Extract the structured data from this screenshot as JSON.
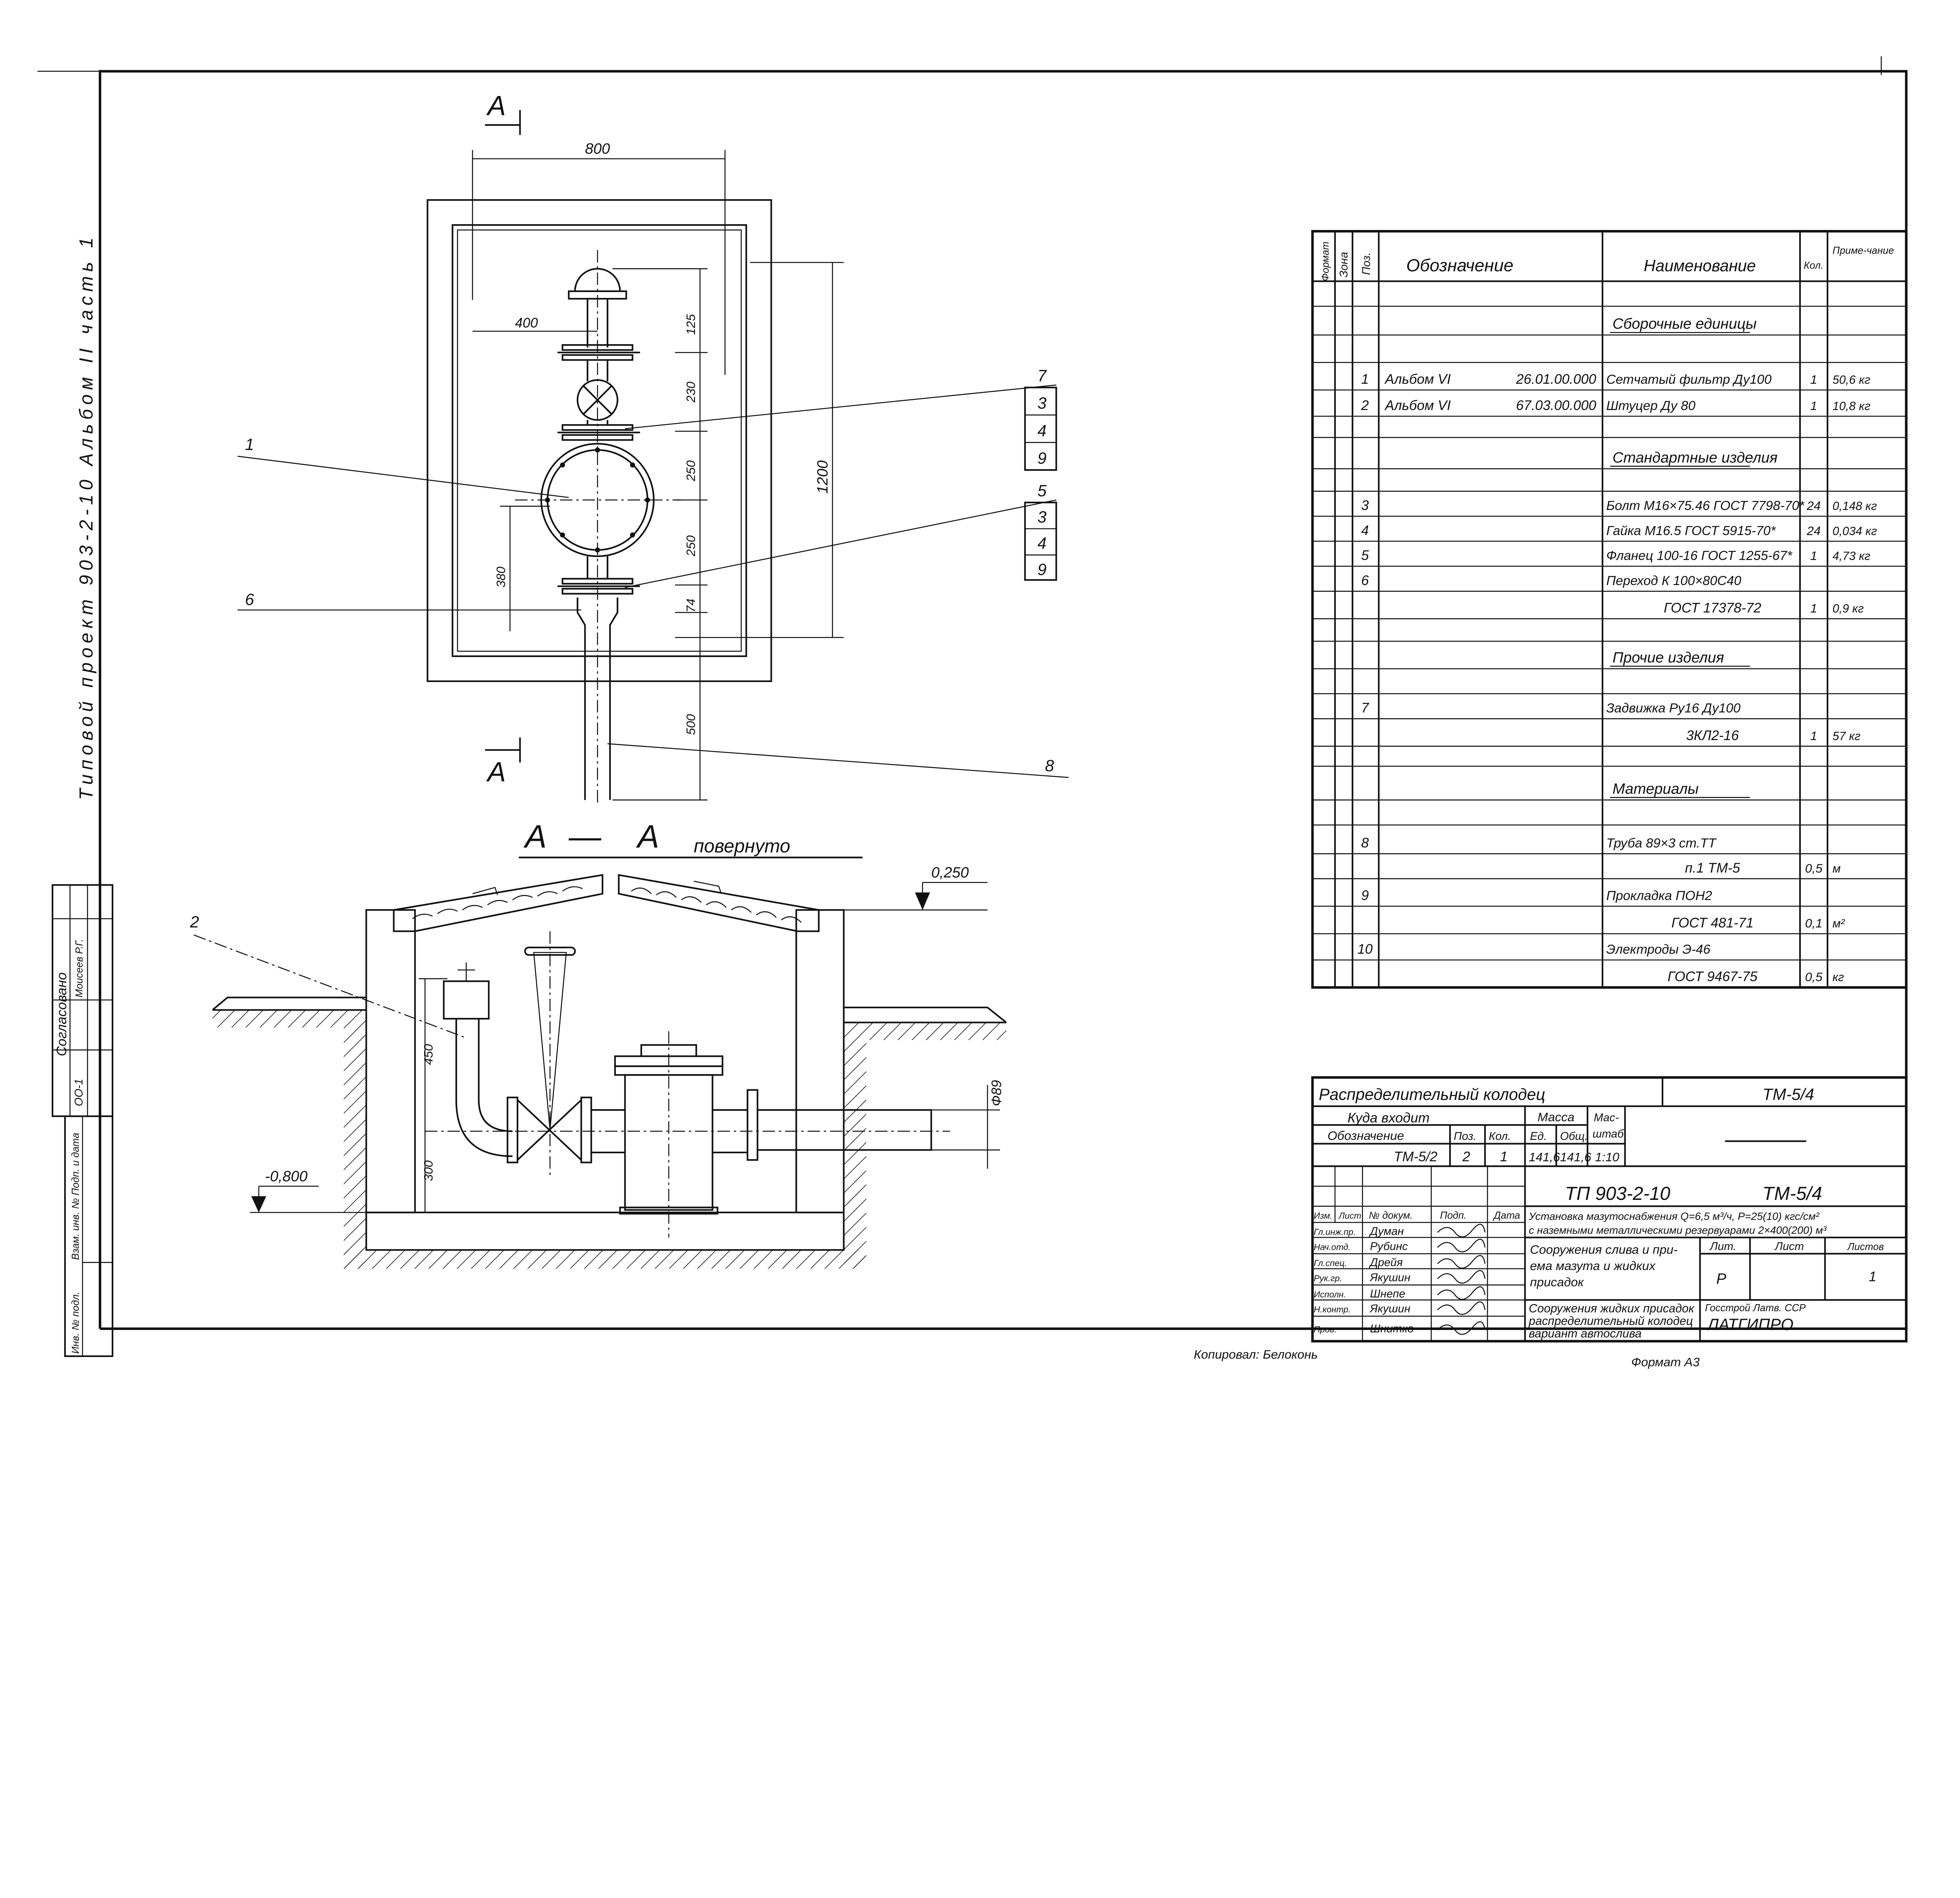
{
  "side_title": "Типовой проект 903-2-10 Альбом II часть 1",
  "stamp_left": {
    "agreed": "Согласовано",
    "agreed_by": "Моисеев Р.Г.",
    "code": "ОО-1",
    "replace": "Взам. инв. № Подп. и дата",
    "inv": "Инв. № подл."
  },
  "plan": {
    "section_mark_top": "А",
    "section_mark_bottom": "А",
    "dims": {
      "width": "800",
      "height": "1200",
      "offset": "400",
      "d125": "125",
      "d230": "230",
      "d250a": "250",
      "d250b": "250",
      "d74": "74",
      "d500": "500",
      "d380": "380"
    },
    "callouts": {
      "c1": "1",
      "c6": "6",
      "c8": "8",
      "group1": [
        "7",
        "3",
        "4",
        "9"
      ],
      "group2": [
        "5",
        "3",
        "4",
        "9"
      ]
    }
  },
  "section": {
    "title_a1": "А",
    "title_dash": "—",
    "title_a2": "А",
    "title_note": "повернуто",
    "level_top": "0,250",
    "level_bottom": "-0,800",
    "pipe_dia": "Ф89",
    "dim_450": "450",
    "dim_300": "300",
    "callout": "2"
  },
  "spec": {
    "headers": {
      "format": "Формат",
      "zone": "Зона",
      "pos": "Поз.",
      "designation": "Обозначение",
      "name": "Наименование",
      "qty": "Кол.",
      "note": "Приме-чание"
    },
    "rows": [
      {},
      {
        "section": "Сборочные единицы"
      },
      {},
      {
        "pos": "1",
        "des_a": "Альбом VI",
        "des_b": "26.01.00.000",
        "name": "Сетчатый фильтр Ду100",
        "qty": "1",
        "note": "50,6 кг"
      },
      {
        "pos": "2",
        "des_a": "Альбом VI",
        "des_b": "67.03.00.000",
        "name": "Штуцер Ду 80",
        "qty": "1",
        "note": "10,8 кг"
      },
      {},
      {
        "section": "Стандартные изделия"
      },
      {},
      {
        "pos": "3",
        "name": "Болт М16×75.46 ГОСТ 7798-70*",
        "qty": "24",
        "note": "0,148 кг"
      },
      {
        "pos": "4",
        "name": "Гайка М16.5 ГОСТ 5915-70*",
        "qty": "24",
        "note": "0,034 кг"
      },
      {
        "pos": "5",
        "name": "Фланец 100-16 ГОСТ 1255-67*",
        "qty": "1",
        "note": "4,73 кг"
      },
      {
        "pos": "6",
        "name": "Переход К 100×80С40"
      },
      {
        "cont": "ГОСТ 17378-72",
        "qty": "1",
        "note": "0,9 кг"
      },
      {},
      {
        "section": "Прочие изделия"
      },
      {},
      {
        "pos": "7",
        "name": "Задвижка Ру16 Ду100"
      },
      {
        "cont": "3КЛ2-16",
        "qty": "1",
        "note": "57 кг"
      },
      {},
      {
        "section": "Материалы"
      },
      {},
      {
        "pos": "8",
        "name": "Труба 89×3 ст.ТТ"
      },
      {
        "cont": "п.1 ТМ-5",
        "qty": "0,5",
        "note": "м"
      },
      {
        "pos": "9",
        "name": "Прокладка ПОН2"
      },
      {
        "cont": "ГОСТ 481-71",
        "qty": "0,1",
        "note": "м²"
      },
      {
        "pos": "10",
        "name": "Электроды Э-46"
      },
      {
        "cont": "ГОСТ 9467-75",
        "qty": "0,5",
        "note": "кг"
      }
    ]
  },
  "title_block": {
    "name": "Распределительный колодец",
    "code": "ТМ-5/4",
    "where_used": "Куда входит",
    "mass": "Масса",
    "scale_label_1": "Мас-",
    "scale_label_2": "штаб",
    "cols": {
      "designation": "Обозначение",
      "pos": "Поз.",
      "qty": "Кол.",
      "unit": "Ед.",
      "total": "Общ."
    },
    "values": {
      "designation": "ТМ-5/2",
      "pos": "2",
      "qty": "1",
      "unit": "141,6",
      "total": "141,6",
      "scale": "1:10"
    },
    "project": "ТП 903-2-10",
    "sheet_code": "ТМ-5/4",
    "rev_headers": [
      "Изм.",
      "Лист",
      "№ докум.",
      "Подп.",
      "Дата"
    ],
    "people": [
      {
        "role": "Гл.инж.пр.",
        "name": "Думан"
      },
      {
        "role": "Нач.отд.",
        "name": "Рубинс"
      },
      {
        "role": "Гл.спец.",
        "name": "Дрейя"
      },
      {
        "role": "Рук.гр.",
        "name": "Якушин"
      },
      {
        "role": "Исполн.",
        "name": "Шнепе"
      },
      {
        "role": "Н.контр.",
        "name": "Якушин"
      },
      {
        "role": "Пров.",
        "name": "Шнитко"
      }
    ],
    "description_1": "Установка мазутоснабжения Q=6,5 м³/ч, Р=25(10) кгс/см²",
    "description_2": "с наземными металлическими резервуарами 2×400(200) м³",
    "structure_1": "Сооружения слива и при-",
    "structure_2": "ема мазута и жидких",
    "structure_3": "присадок",
    "stage_headers": [
      "Лит.",
      "Лист",
      "Листов"
    ],
    "stage": "Р",
    "sheets": "1",
    "sheet_title_1": "Сооружения жидких присадок",
    "sheet_title_2": "распределительный колодец",
    "sheet_title_3": "вариант автослива",
    "org_1": "Госстрой Латв. ССР",
    "org_2": "ЛАТГИПРО"
  },
  "footer": {
    "copied": "Копировал: Белоконь",
    "format": "Формат А3"
  }
}
